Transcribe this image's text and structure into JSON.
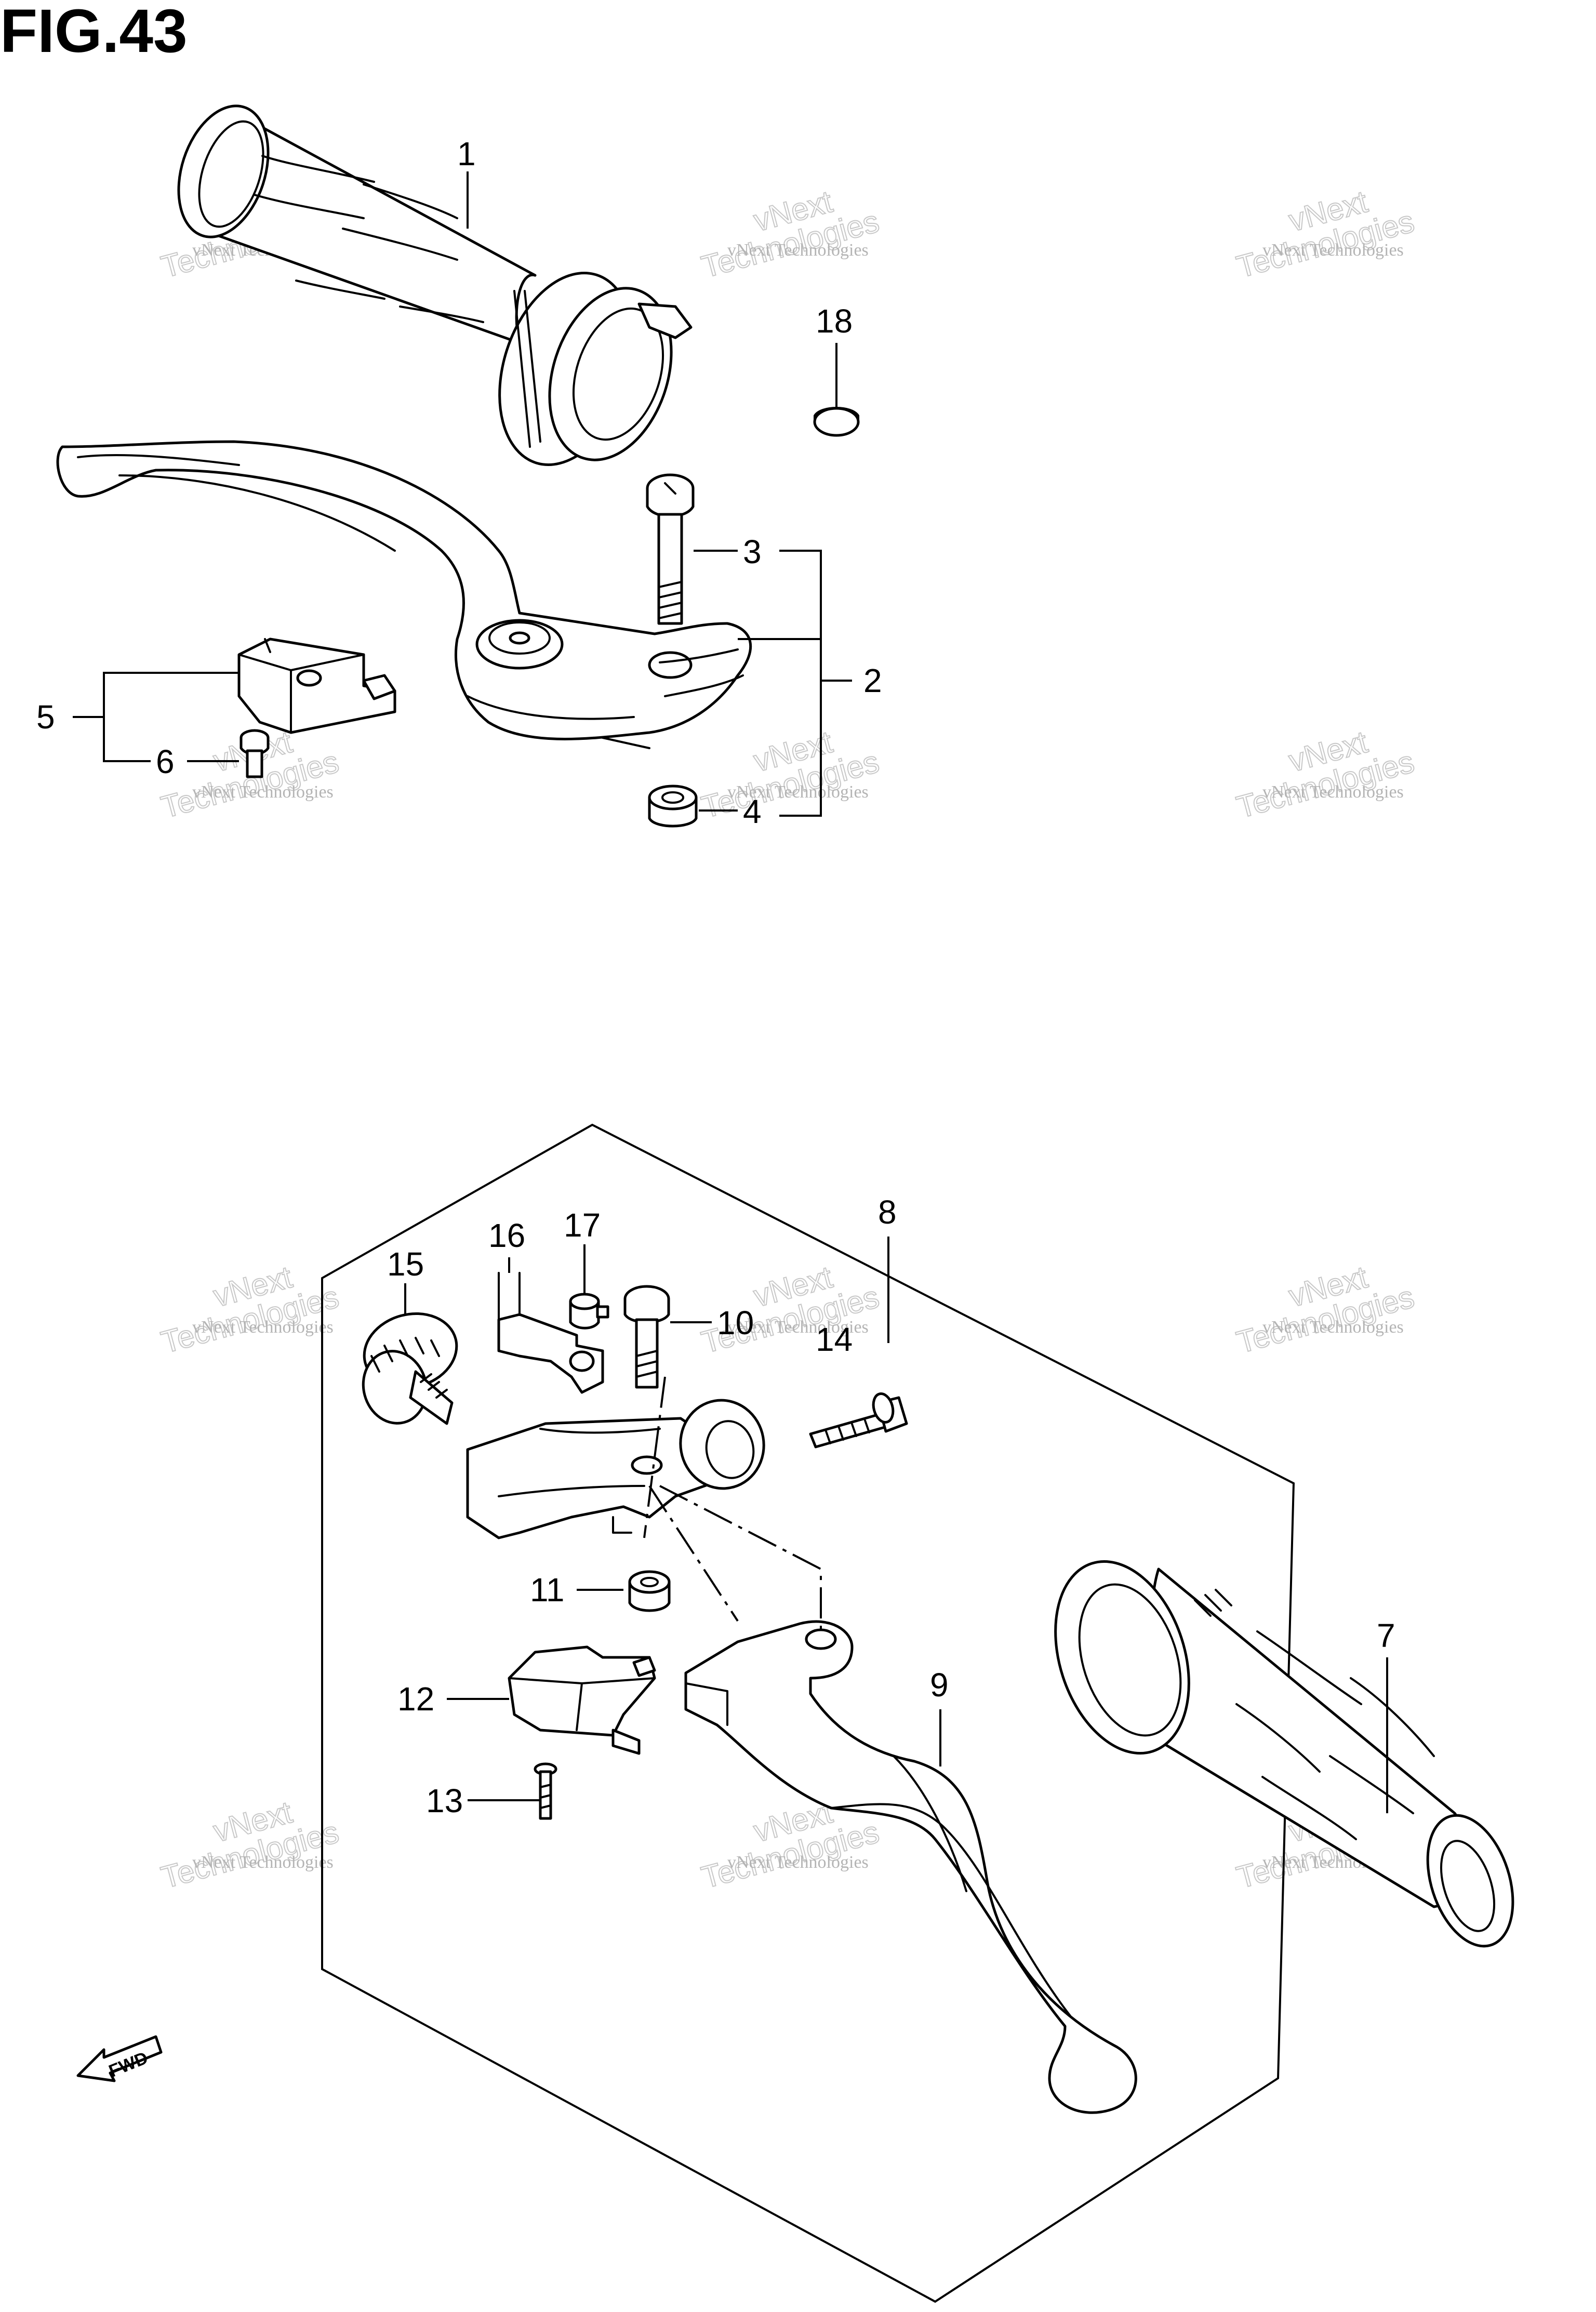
{
  "figure": {
    "title": "FIG.43"
  },
  "callouts": {
    "c1": "1",
    "c2": "2",
    "c3": "3",
    "c4": "4",
    "c5": "5",
    "c6": "6",
    "c7": "7",
    "c8": "8",
    "c9": "9",
    "c10": "10",
    "c11": "11",
    "c12": "12",
    "c13": "13",
    "c14": "14",
    "c15": "15",
    "c16": "16",
    "c17": "17",
    "c18": "18"
  },
  "watermark": {
    "line1": "vNext Technologies",
    "line2": "vNext",
    "line3": "Technologies"
  },
  "fwd_label": "FWD"
}
